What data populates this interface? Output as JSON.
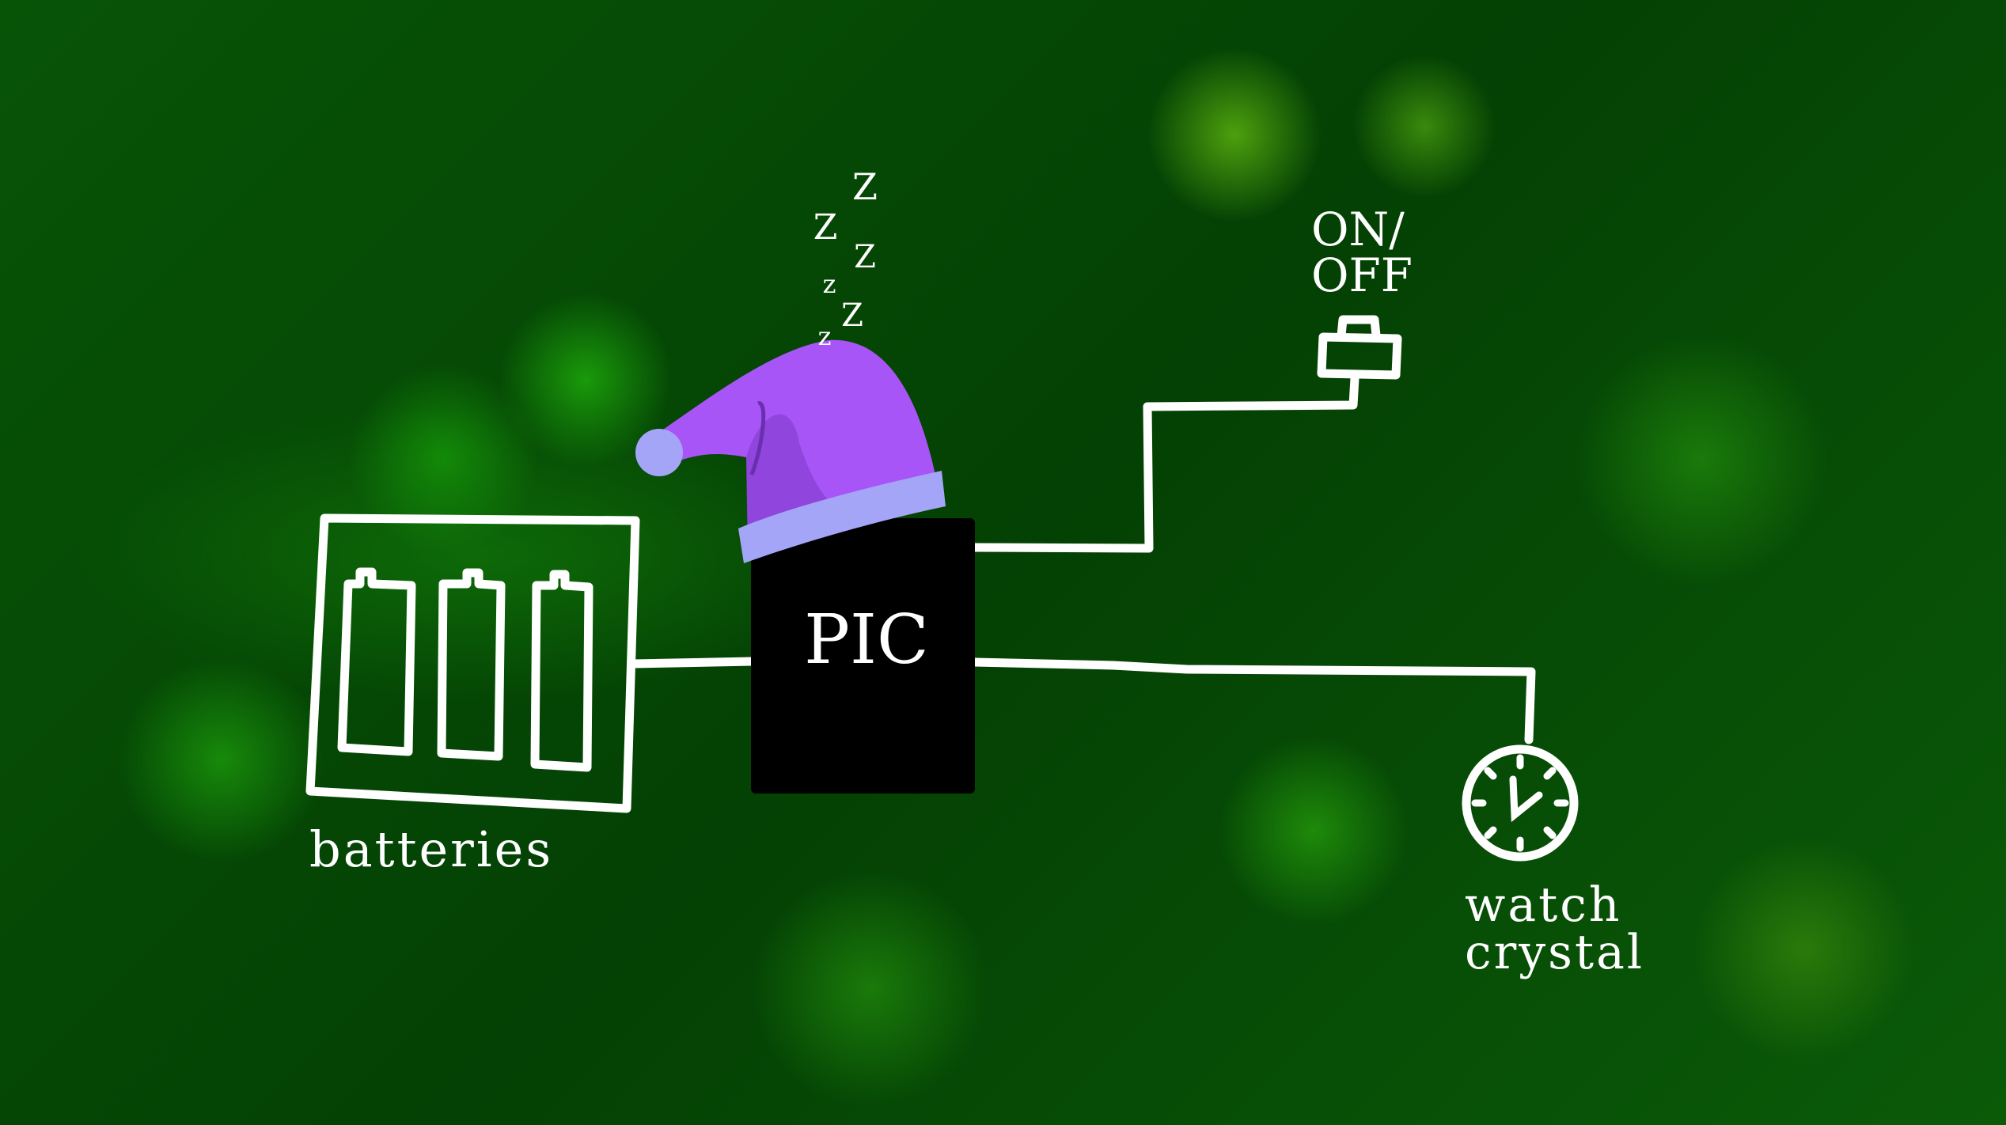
{
  "labels": {
    "chip": "PIC",
    "batteries": "batteries",
    "switch_line1": "ON/",
    "switch_line2": "OFF",
    "crystal_line1": "watch",
    "crystal_line2": "crystal"
  },
  "sleep_marks": [
    "Z",
    "Z",
    "Z",
    "z",
    "Z",
    "z"
  ],
  "colors": {
    "hat": "#a855f7",
    "hat_shade": "#9045dc",
    "hat_fur": "#a5a5f8",
    "chip": "#000000",
    "wire": "#ffffff"
  }
}
